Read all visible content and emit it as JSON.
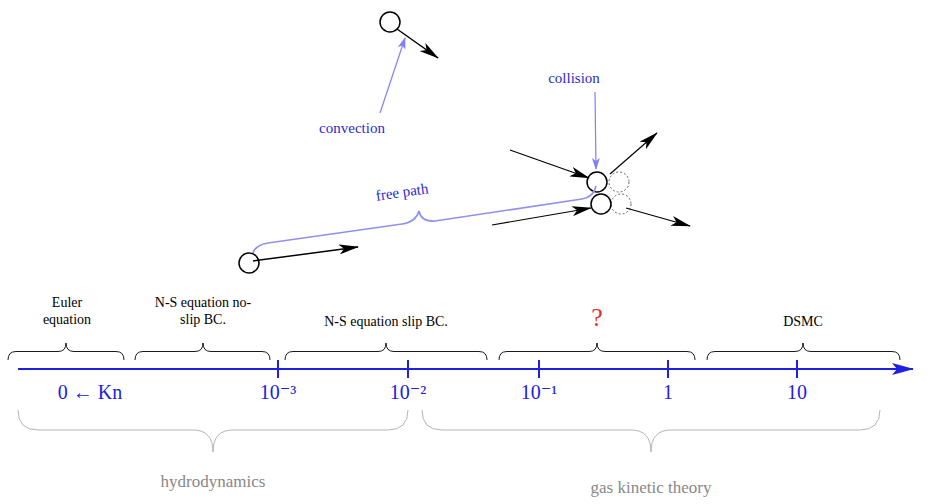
{
  "diagram": {
    "labels": [
      "convection",
      "collision",
      "free path",
      "Euler equation",
      "N-S equation no-slip BC.",
      "N-S equation slip BC.",
      "?",
      "DSMC",
      "0 ← Kn",
      "10⁻³",
      "10⁻²",
      "10⁻¹",
      "1",
      "10",
      "hydrodynamics",
      "gas kinetic theory"
    ]
  }
}
